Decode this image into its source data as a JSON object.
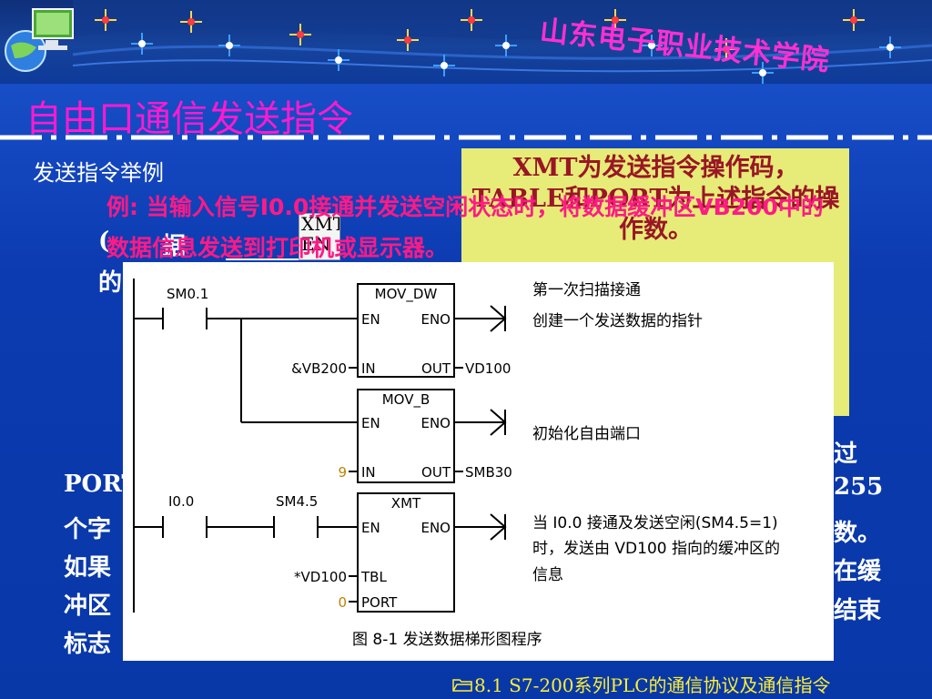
{
  "header": {
    "school_name": "山东电子职业技术学院"
  },
  "slide": {
    "title": "自由口通信发送指令",
    "example_heading": "发送指令举例",
    "example_text": "例: 当输入信号I0.0接通并发送空闲状态时，将数据缓冲区VB200中的数据信息发送到打印机或显示器。",
    "yellow_note": "XMT为发送指令操作码，TABLE和PORT为上述指令的操作数。",
    "hidden_left_fragments": [
      "(",
      "的",
      "PORT",
      "个字",
      "如果",
      "冲区",
      "标志"
    ],
    "hidden_right_fragments": [
      "过",
      "255",
      "数。",
      "在缓",
      "结束"
    ],
    "hidden_box_text": "XMT EN",
    "hidden_mid_word": "据"
  },
  "ladder": {
    "caption": "图 8-1   发送数据梯形图程序",
    "rung1": {
      "contact": "SM0.1",
      "box1": {
        "name": "MOV_DW",
        "en": "EN",
        "eno": "ENO",
        "in_label": "IN",
        "out_label": "OUT",
        "in_operand": "&VB200",
        "out_operand": "VD100"
      },
      "box2": {
        "name": "MOV_B",
        "en": "EN",
        "eno": "ENO",
        "in_label": "IN",
        "out_label": "OUT",
        "in_operand": "9",
        "out_operand": "SMB30"
      },
      "comment1_line1": "第一次扫描接通",
      "comment1_line2": "创建一个发送数据的指针",
      "comment2": "初始化自由端口"
    },
    "rung2": {
      "contact1": "I0.0",
      "contact2": "SM4.5",
      "box": {
        "name": "XMT",
        "en": "EN",
        "eno": "ENO",
        "tbl_label": "TBL",
        "port_label": "PORT",
        "tbl_operand": "*VD100",
        "port_operand": "0"
      },
      "comment_line1": "当 I0.0 接通及发送空闲(SM4.5=1)",
      "comment_line2": "时，发送由 VD100 指向的缓冲区的",
      "comment_line3": "信息"
    }
  },
  "footer": {
    "text": "8.1 S7-200系列PLC的通信协议及通信指令"
  },
  "colors": {
    "title_magenta": "#ff1ad0",
    "example_pink": "#ff1a86",
    "yellow_box": "#e6ec77",
    "footer_yellow": "#ffee33",
    "background_blue": "#0c3ab0"
  }
}
